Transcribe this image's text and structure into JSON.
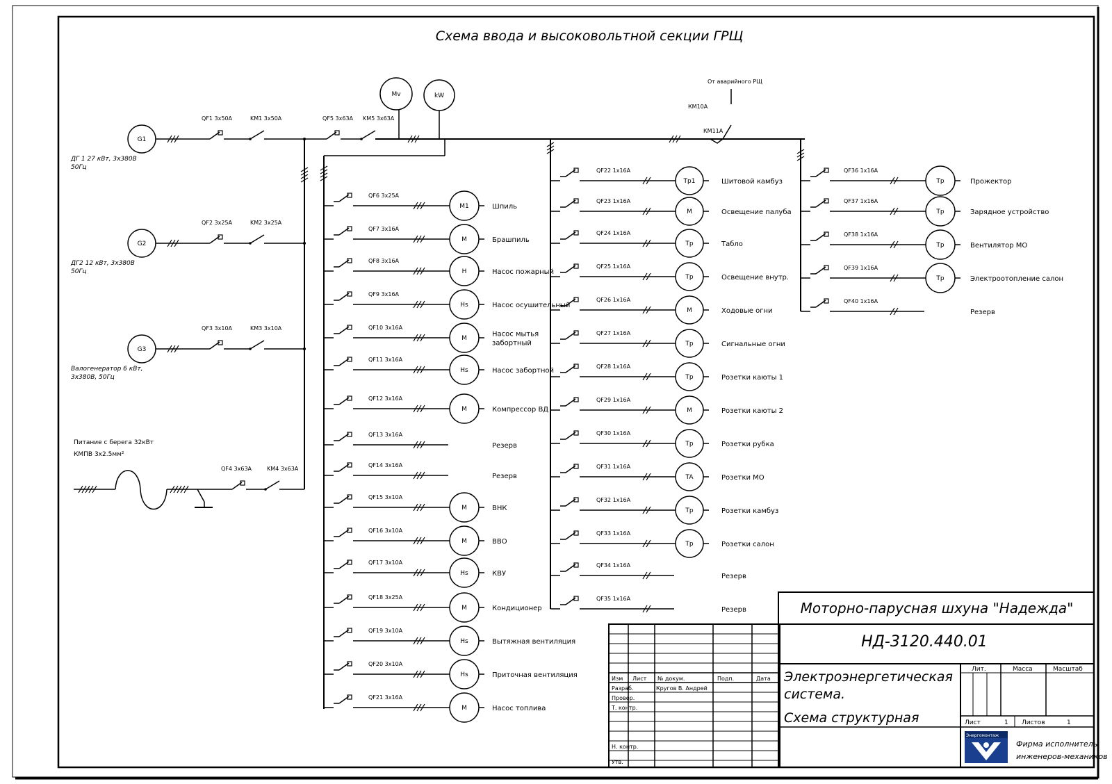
{
  "title": "Схема ввода и высоковольтной секции ГРЩ",
  "vessel": "Моторно-парусная шхуна \"Надежда\"",
  "doc_number": "НД-3120.440.01",
  "doc_title": [
    "Электроэнергетическая",
    "система.",
    "Схема структурная"
  ],
  "title_block": {
    "izm": "Изм",
    "list": "Лист",
    "ndoc": "№ докум.",
    "podp": "Подп.",
    "data": "Дата",
    "razrab": "Разраб.",
    "razrab_name": "Кругов В. Андрей",
    "prover": "Провер.",
    "tkontr": "Т. контр.",
    "nkontr": "Н. контр.",
    "utv": "Утв.",
    "lit": "Лит.",
    "massa": "Масса",
    "masshtab": "Масштаб",
    "sheet": "Лист",
    "sheet_no": "1",
    "sheets": "Листов",
    "sheets_no": "1",
    "org": [
      "Фирма исполнитель",
      "инженеров-механиков"
    ],
    "logo_text": "Энергомонтаж"
  },
  "generators": [
    {
      "label": "G1",
      "desc": [
        "ДГ 1 27 кВт, 3х380В",
        "50Гц"
      ],
      "b1": "QF1 3x50А",
      "b2": "KM1 3x50А"
    },
    {
      "label": "G2",
      "desc": [
        "ДГ2 12 кВт, 3х380В",
        "50Гц"
      ],
      "b1": "QF2 3x25А",
      "b2": "KM2 3x25А"
    },
    {
      "label": "G3",
      "desc": [
        "Валогенератор 6 кВт,",
        "3х380В, 50Гц"
      ],
      "b1": "QF3 3x10А",
      "b2": "KM3 3x10А"
    }
  ],
  "shore": {
    "desc": [
      "Питание с берега 32кВт",
      "КМПВ 3х2.5мм²"
    ],
    "b1": "QF4 3x63А",
    "b2": "KM4 3x63А"
  },
  "bus_breakers": {
    "b1": "QF5 3x63А",
    "b2": "KM5 3x63А"
  },
  "meters": {
    "m1": "Mv",
    "m2": "kW"
  },
  "tie": {
    "label": "От аварийного РЩ",
    "k1": "КМ10А",
    "k2": "КМ11А"
  },
  "feeders_a": [
    {
      "qf": "QF6 3x25А",
      "motor": "M1",
      "label": [
        "Шпиль"
      ]
    },
    {
      "qf": "QF7 3x16А",
      "motor": "M",
      "label": [
        "Брашпиль"
      ]
    },
    {
      "qf": "QF8 3x16А",
      "motor": "H",
      "label": [
        "Насос пожарный"
      ]
    },
    {
      "qf": "QF9 3x16А",
      "motor": "Hs",
      "label": [
        "Насос осушительный"
      ]
    },
    {
      "qf": "QF10 3x16А",
      "motor": "M",
      "label": [
        "Насос мытья",
        "забортный"
      ]
    },
    {
      "qf": "QF11 3x16А",
      "motor": "Hs",
      "label": [
        "Насос забортной"
      ]
    },
    {
      "qf": "QF12 3x16А",
      "motor": "M",
      "label": [
        "Компрессор ВД"
      ]
    },
    {
      "qf": "QF13 3x16А",
      "motor": "",
      "label": [
        "Резерв"
      ]
    },
    {
      "qf": "QF14 3x16А",
      "motor": "",
      "label": [
        "Резерв"
      ]
    },
    {
      "qf": "QF15 3x10А",
      "motor": "M",
      "label": [
        "ВНК"
      ]
    },
    {
      "qf": "QF16 3x10А",
      "motor": "M",
      "label": [
        "ВВО"
      ]
    },
    {
      "qf": "QF17 3x10А",
      "motor": "Hs",
      "label": [
        "КВУ"
      ]
    },
    {
      "qf": "QF18 3x25А",
      "motor": "M",
      "label": [
        "Кондиционер"
      ]
    },
    {
      "qf": "QF19 3x10А",
      "motor": "Hs",
      "label": [
        "Вытяжная вентиляция"
      ]
    },
    {
      "qf": "QF20 3x10А",
      "motor": "Hs",
      "label": [
        "Приточная вентиляция"
      ]
    },
    {
      "qf": "QF21 3x16А",
      "motor": "M",
      "label": [
        "Насос топлива"
      ]
    }
  ],
  "feeders_b": [
    {
      "qf": "QF22 1x16А",
      "motor": "Tp1",
      "label": [
        "Шитовой камбуз"
      ]
    },
    {
      "qf": "QF23 1x16А",
      "motor": "M",
      "label": [
        "Освещение палуба"
      ]
    },
    {
      "qf": "QF24 1x16А",
      "motor": "Tp",
      "label": [
        "Табло"
      ]
    },
    {
      "qf": "QF25 1x16А",
      "motor": "Tp",
      "label": [
        "Освещение внутр."
      ]
    },
    {
      "qf": "QF26 1x16А",
      "motor": "M",
      "label": [
        "Ходовые огни"
      ]
    },
    {
      "qf": "QF27 1x16А",
      "motor": "Tp",
      "label": [
        "Сигнальные огни"
      ]
    },
    {
      "qf": "QF28 1x16А",
      "motor": "Tp",
      "label": [
        "Розетки каюты 1"
      ]
    },
    {
      "qf": "QF29 1x16А",
      "motor": "M",
      "label": [
        "Розетки каюты 2"
      ]
    },
    {
      "qf": "QF30 1x16А",
      "motor": "Tp",
      "label": [
        "Розетки рубка"
      ]
    },
    {
      "qf": "QF31 1x16А",
      "motor": "TA",
      "label": [
        "Розетки МО"
      ]
    },
    {
      "qf": "QF32 1x16А",
      "motor": "Tp",
      "label": [
        "Розетки камбуз"
      ]
    },
    {
      "qf": "QF33 1x16А",
      "motor": "Tp",
      "label": [
        "Розетки салон"
      ]
    },
    {
      "qf": "QF34 1x16А",
      "motor": "",
      "label": [
        "Резерв"
      ]
    },
    {
      "qf": "QF35 1x16А",
      "motor": "",
      "label": [
        "Резерв"
      ]
    }
  ],
  "feeders_c": [
    {
      "qf": "QF36 1x16А",
      "motor": "Tp",
      "label": [
        "Прожектор"
      ]
    },
    {
      "qf": "QF37 1x16А",
      "motor": "Tp",
      "label": [
        "Зарядное устройство"
      ]
    },
    {
      "qf": "QF38 1x16А",
      "motor": "Tp",
      "label": [
        "Вентилятор МО"
      ]
    },
    {
      "qf": "QF39 1x16А",
      "motor": "Tp",
      "label": [
        "Электроотопление салон"
      ]
    },
    {
      "qf": "QF40 1x16А",
      "motor": "",
      "label": [
        "Резерв"
      ]
    }
  ]
}
